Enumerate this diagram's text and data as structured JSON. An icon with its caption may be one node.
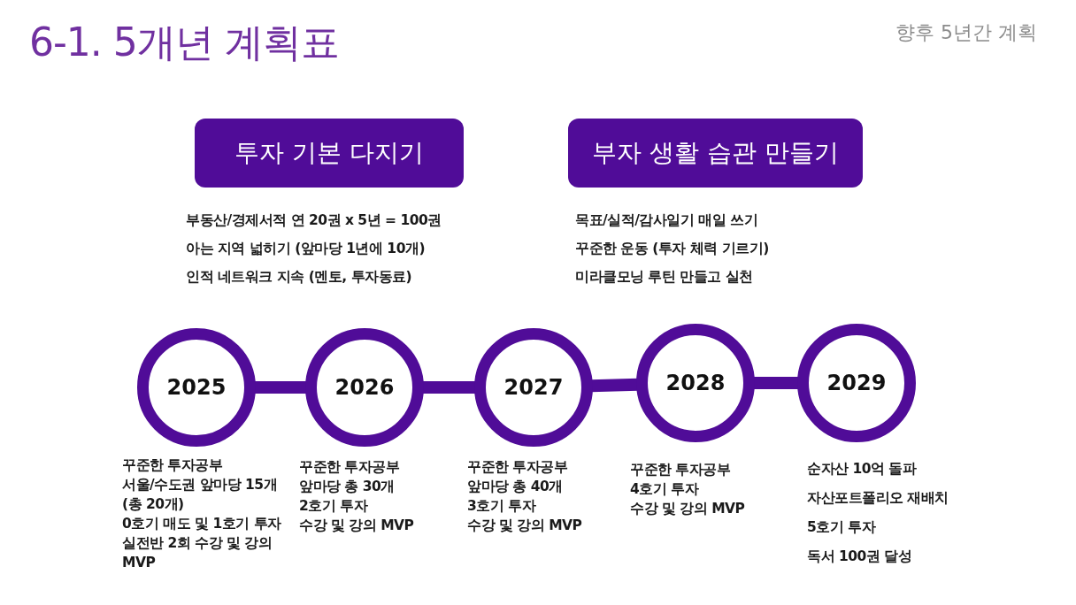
{
  "diagram": {
    "title": "6-1. 5개년 계획표",
    "nodes": [
      {
        "text": [
          "투자 기본 다지기"
        ],
        "beside": [
          "부동산/경제서적 연 20권 x 5년 = 100권",
          "아는 지역 넓히기 (앞마당 1년에 10개)",
          "인적 네트워크 지속 (멘토, 투자동료)"
        ]
      },
      {
        "text": [
          "부자 생활 습관 만들기"
        ],
        "beside": [
          "목표/실적/감사일기 매일 쓰기",
          "꾸준한 운동 (투자 체력 기르기)",
          "미라클모닝 루틴 만들고 실천"
        ]
      },
      {
        "text": [
          "2025"
        ],
        "beside": [
          "꾸준한 투자공부",
          "서울/수도권 앞마당 15개 (총 20개)",
          "0호기 매도 및 1호기 투자",
          "실전반 2회 수강 및 강의 MVP"
        ]
      },
      {
        "text": [
          "2026"
        ],
        "beside": [
          "꾸준한 투자공부",
          "앞마당 총 30개",
          "2호기 투자",
          "수강 및 강의 MVP"
        ]
      },
      {
        "text": [
          "2027"
        ],
        "beside": [
          "꾸준한 투자공부",
          "앞마당 총 40개",
          "3호기 투자",
          "수강 및 강의 MVP"
        ]
      },
      {
        "text": [
          "2028"
        ],
        "beside": [
          "꾸준한 투자공부",
          "4호기 투자",
          "수강 및 강의 MVP"
        ]
      },
      {
        "text": [
          "2029"
        ],
        "beside": [
          "순자산 10억 돌파",
          "자산포트폴리오 재배치",
          "5호기 투자",
          "독서 100권 달성"
        ]
      }
    ],
    "edges": [
      {
        "from": 2,
        "to": 3,
        "arrow": "none"
      },
      {
        "from": 3,
        "to": 4,
        "arrow": "none"
      },
      {
        "from": 4,
        "to": 5,
        "arrow": "none"
      },
      {
        "from": 5,
        "to": 6,
        "arrow": "none"
      }
    ],
    "labels": [
      "향후 5년간 계획"
    ]
  }
}
